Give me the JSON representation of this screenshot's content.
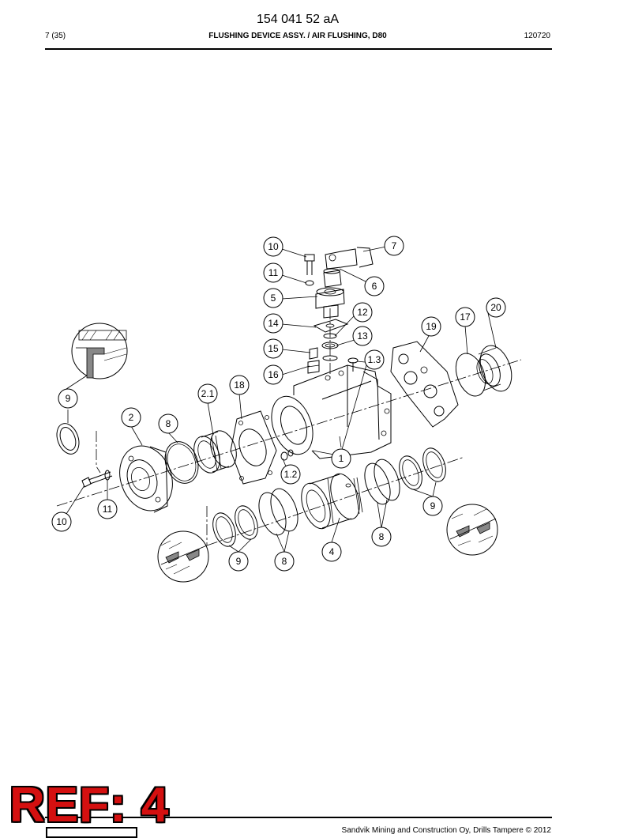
{
  "header": {
    "doc_number": "154 041 52 aA",
    "page": "7 (35)",
    "title": "FLUSHING DEVICE ASSY. / AIR FLUSHING, D80",
    "date": "120720"
  },
  "callouts": [
    {
      "id": "c10a",
      "label": "10"
    },
    {
      "id": "c7",
      "label": "7"
    },
    {
      "id": "c11a",
      "label": "11"
    },
    {
      "id": "c6",
      "label": "6"
    },
    {
      "id": "c5",
      "label": "5"
    },
    {
      "id": "c12",
      "label": "12"
    },
    {
      "id": "c20",
      "label": "20"
    },
    {
      "id": "c17",
      "label": "17"
    },
    {
      "id": "c14",
      "label": "14"
    },
    {
      "id": "c19",
      "label": "19"
    },
    {
      "id": "c13",
      "label": "13"
    },
    {
      "id": "c15",
      "label": "15"
    },
    {
      "id": "c13b",
      "label": "1.3"
    },
    {
      "id": "c16",
      "label": "16"
    },
    {
      "id": "c18",
      "label": "18"
    },
    {
      "id": "c9a",
      "label": "9"
    },
    {
      "id": "c21",
      "label": "2.1"
    },
    {
      "id": "c2",
      "label": "2"
    },
    {
      "id": "c8a",
      "label": "8"
    },
    {
      "id": "c1",
      "label": "1"
    },
    {
      "id": "c12b",
      "label": "1.2"
    },
    {
      "id": "c11b",
      "label": "11"
    },
    {
      "id": "c9b",
      "label": "9"
    },
    {
      "id": "c10b",
      "label": "10"
    },
    {
      "id": "c8b",
      "label": "8"
    },
    {
      "id": "c4",
      "label": "4"
    },
    {
      "id": "c9c",
      "label": "9"
    },
    {
      "id": "c8c",
      "label": "8"
    }
  ],
  "stamp": {
    "text": "REF: 4",
    "color": "#d41010"
  },
  "footer": {
    "copyright": "Sandvik Mining and Construction Oy, Drills Tampere © 2012"
  }
}
